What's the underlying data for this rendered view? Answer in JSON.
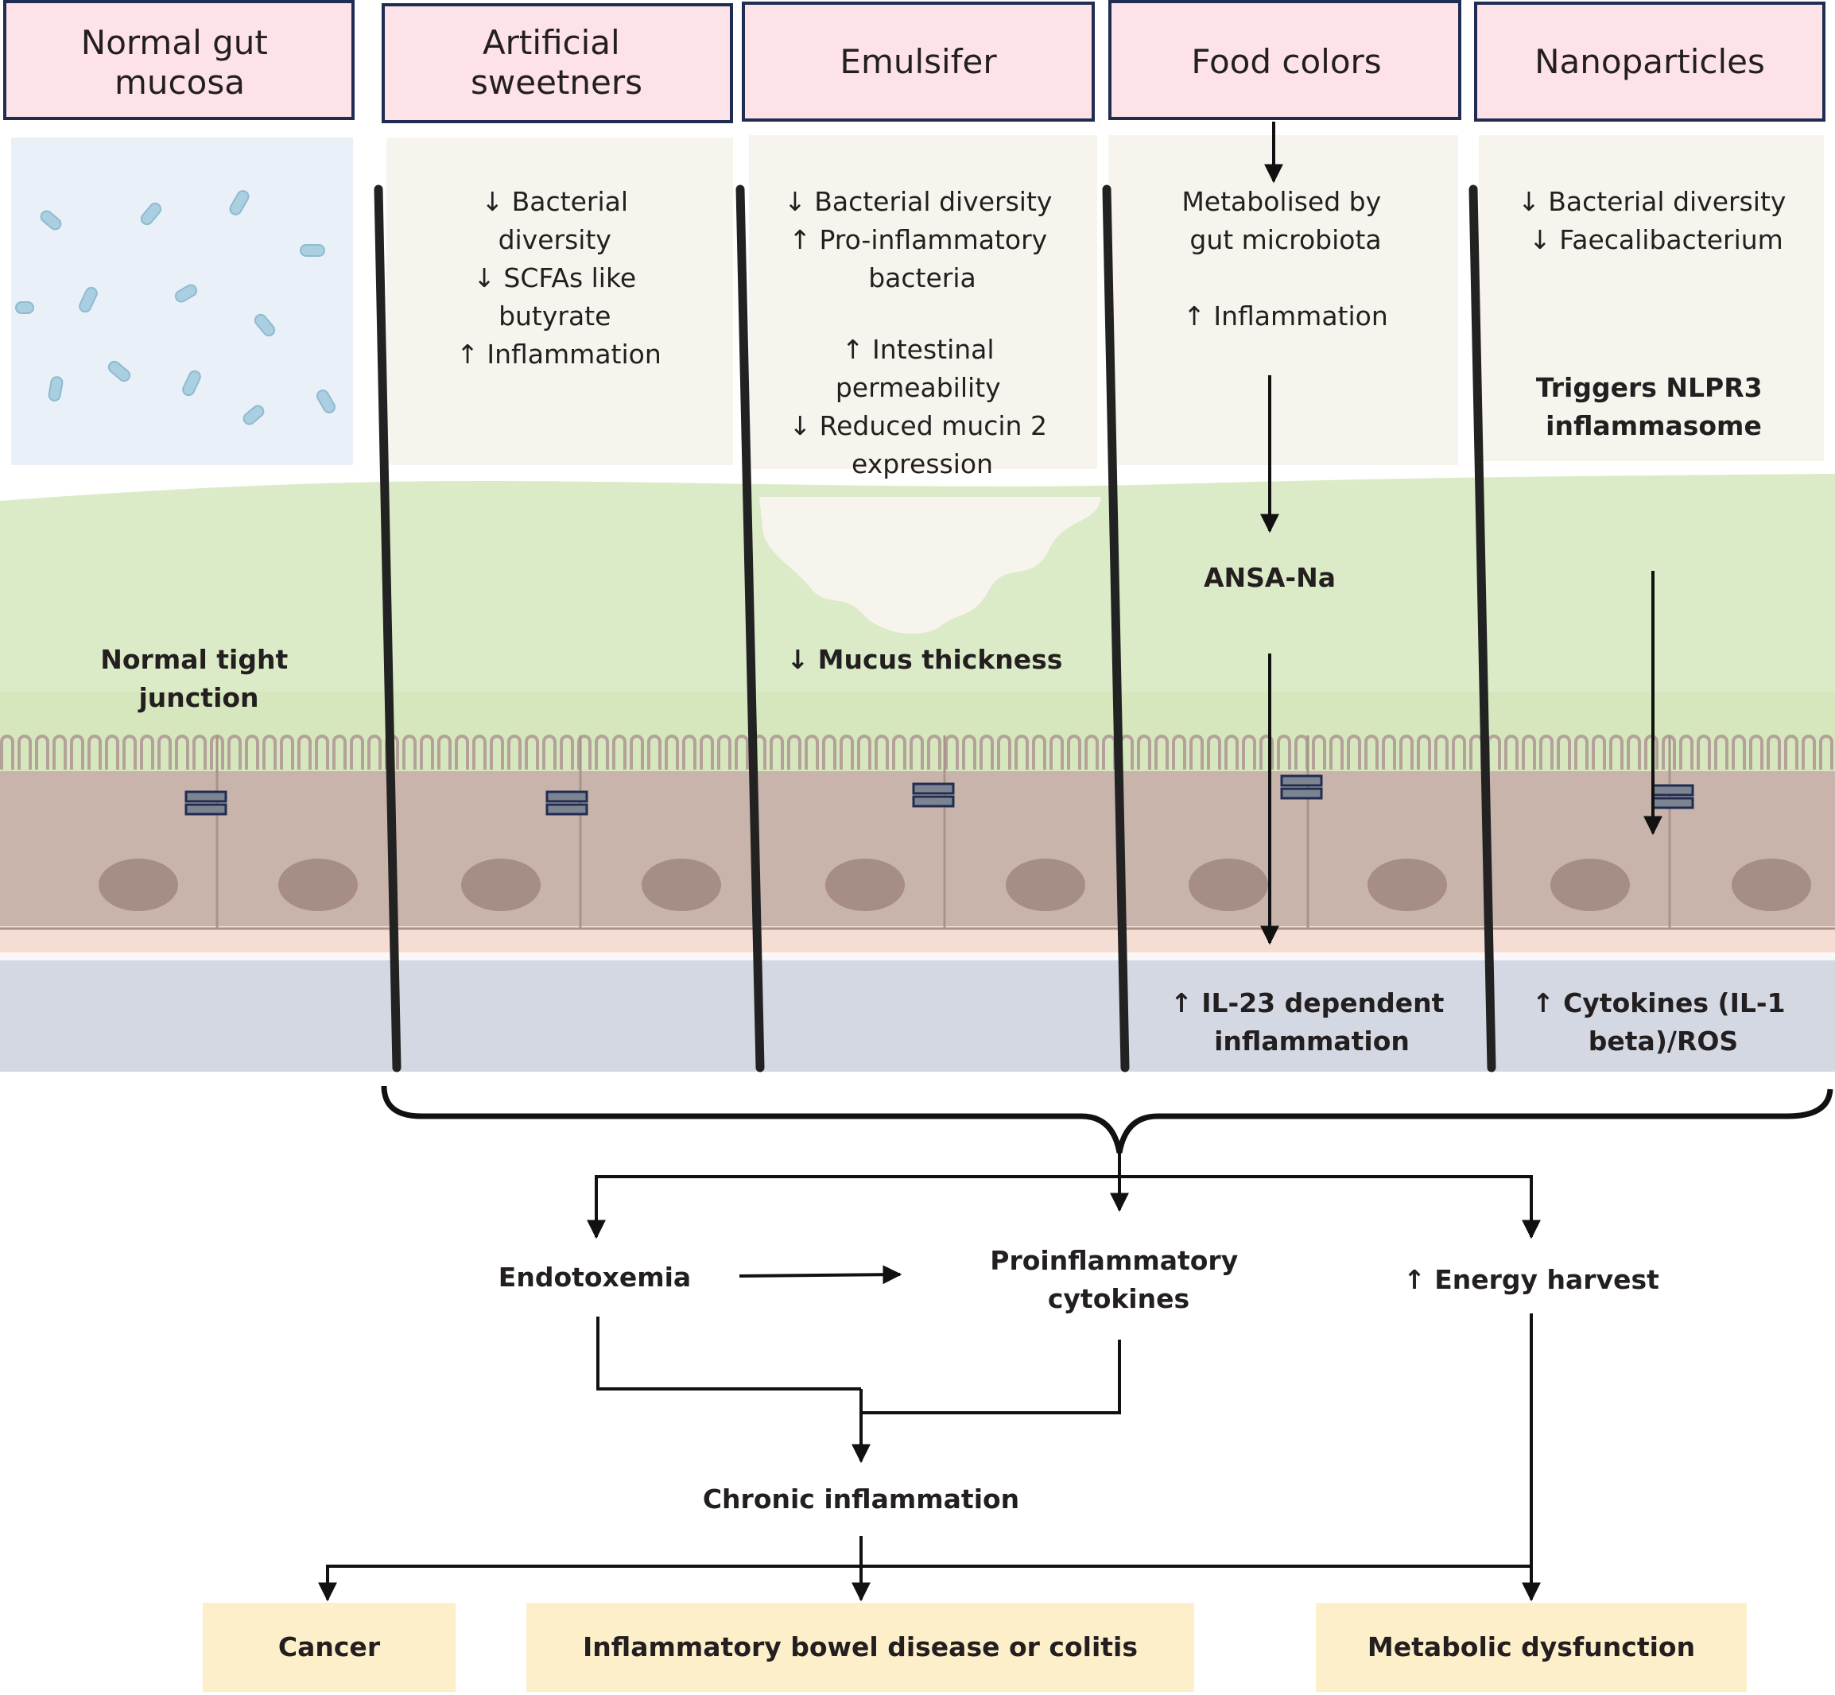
{
  "colors": {
    "header_fill": "#fde3e7",
    "header_border": "#1f2d52",
    "lumen_normal": "#e9f0f8",
    "lumen_altered": "#f7f4ee",
    "mucus": "#dcebc7",
    "epithelium": "#c9b4ab",
    "nucleus": "#a68d85",
    "lamina": "#d4d8e2",
    "outcome_fill": "#fcefc9"
  },
  "headers": [
    {
      "lines": [
        "Normal gut",
        "mucosa"
      ]
    },
    {
      "lines": [
        "Artificial",
        "sweetners"
      ]
    },
    {
      "lines": [
        "Emulsifer"
      ]
    },
    {
      "lines": [
        "Food colors"
      ]
    },
    {
      "lines": [
        "Nanoparticles"
      ]
    }
  ],
  "panels": {
    "normal": {
      "junction_label": [
        "Normal tight",
        "junction"
      ]
    },
    "sweeteners": {
      "lumen_effects": [
        "↓ Bacterial",
        "diversity",
        "↓ SCFAs like",
        "butyrate",
        "↑ Inflammation"
      ]
    },
    "emulsifier": {
      "lumen_effects_a": [
        "↓ Bacterial diversity",
        "↑ Pro-inflammatory",
        "bacteria"
      ],
      "lumen_effects_b": [
        "↑ Intestinal",
        "permeability",
        "↓ Reduced mucin 2",
        "expression"
      ],
      "mucus_effect": "↓ Mucus thickness"
    },
    "food_colors": {
      "lumen_effects": [
        "Metabolised by",
        "gut microbiota"
      ],
      "inflammation": "↑ Inflammation",
      "metabolite": "ANSA-Na",
      "lamina_effect": [
        "↑ IL-23 dependent",
        "inflammation"
      ]
    },
    "nanoparticles": {
      "lumen_effects": [
        "↓ Bacterial diversity",
        "↓ Faecalibacterium"
      ],
      "trigger": [
        "Triggers NLPR3",
        "inflammasome"
      ],
      "lamina_effect": [
        "↑ Cytokines (IL-1",
        "beta)/ROS"
      ]
    }
  },
  "flow": {
    "endotoxemia": "Endotoxemia",
    "proinflammatory": [
      "Proinflammatory",
      "cytokines"
    ],
    "energy": "↑ Energy harvest",
    "chronic": "Chronic inflammation"
  },
  "outcomes": {
    "cancer": "Cancer",
    "ibd": "Inflammatory bowel disease or colitis",
    "metabolic": "Metabolic dysfunction"
  }
}
